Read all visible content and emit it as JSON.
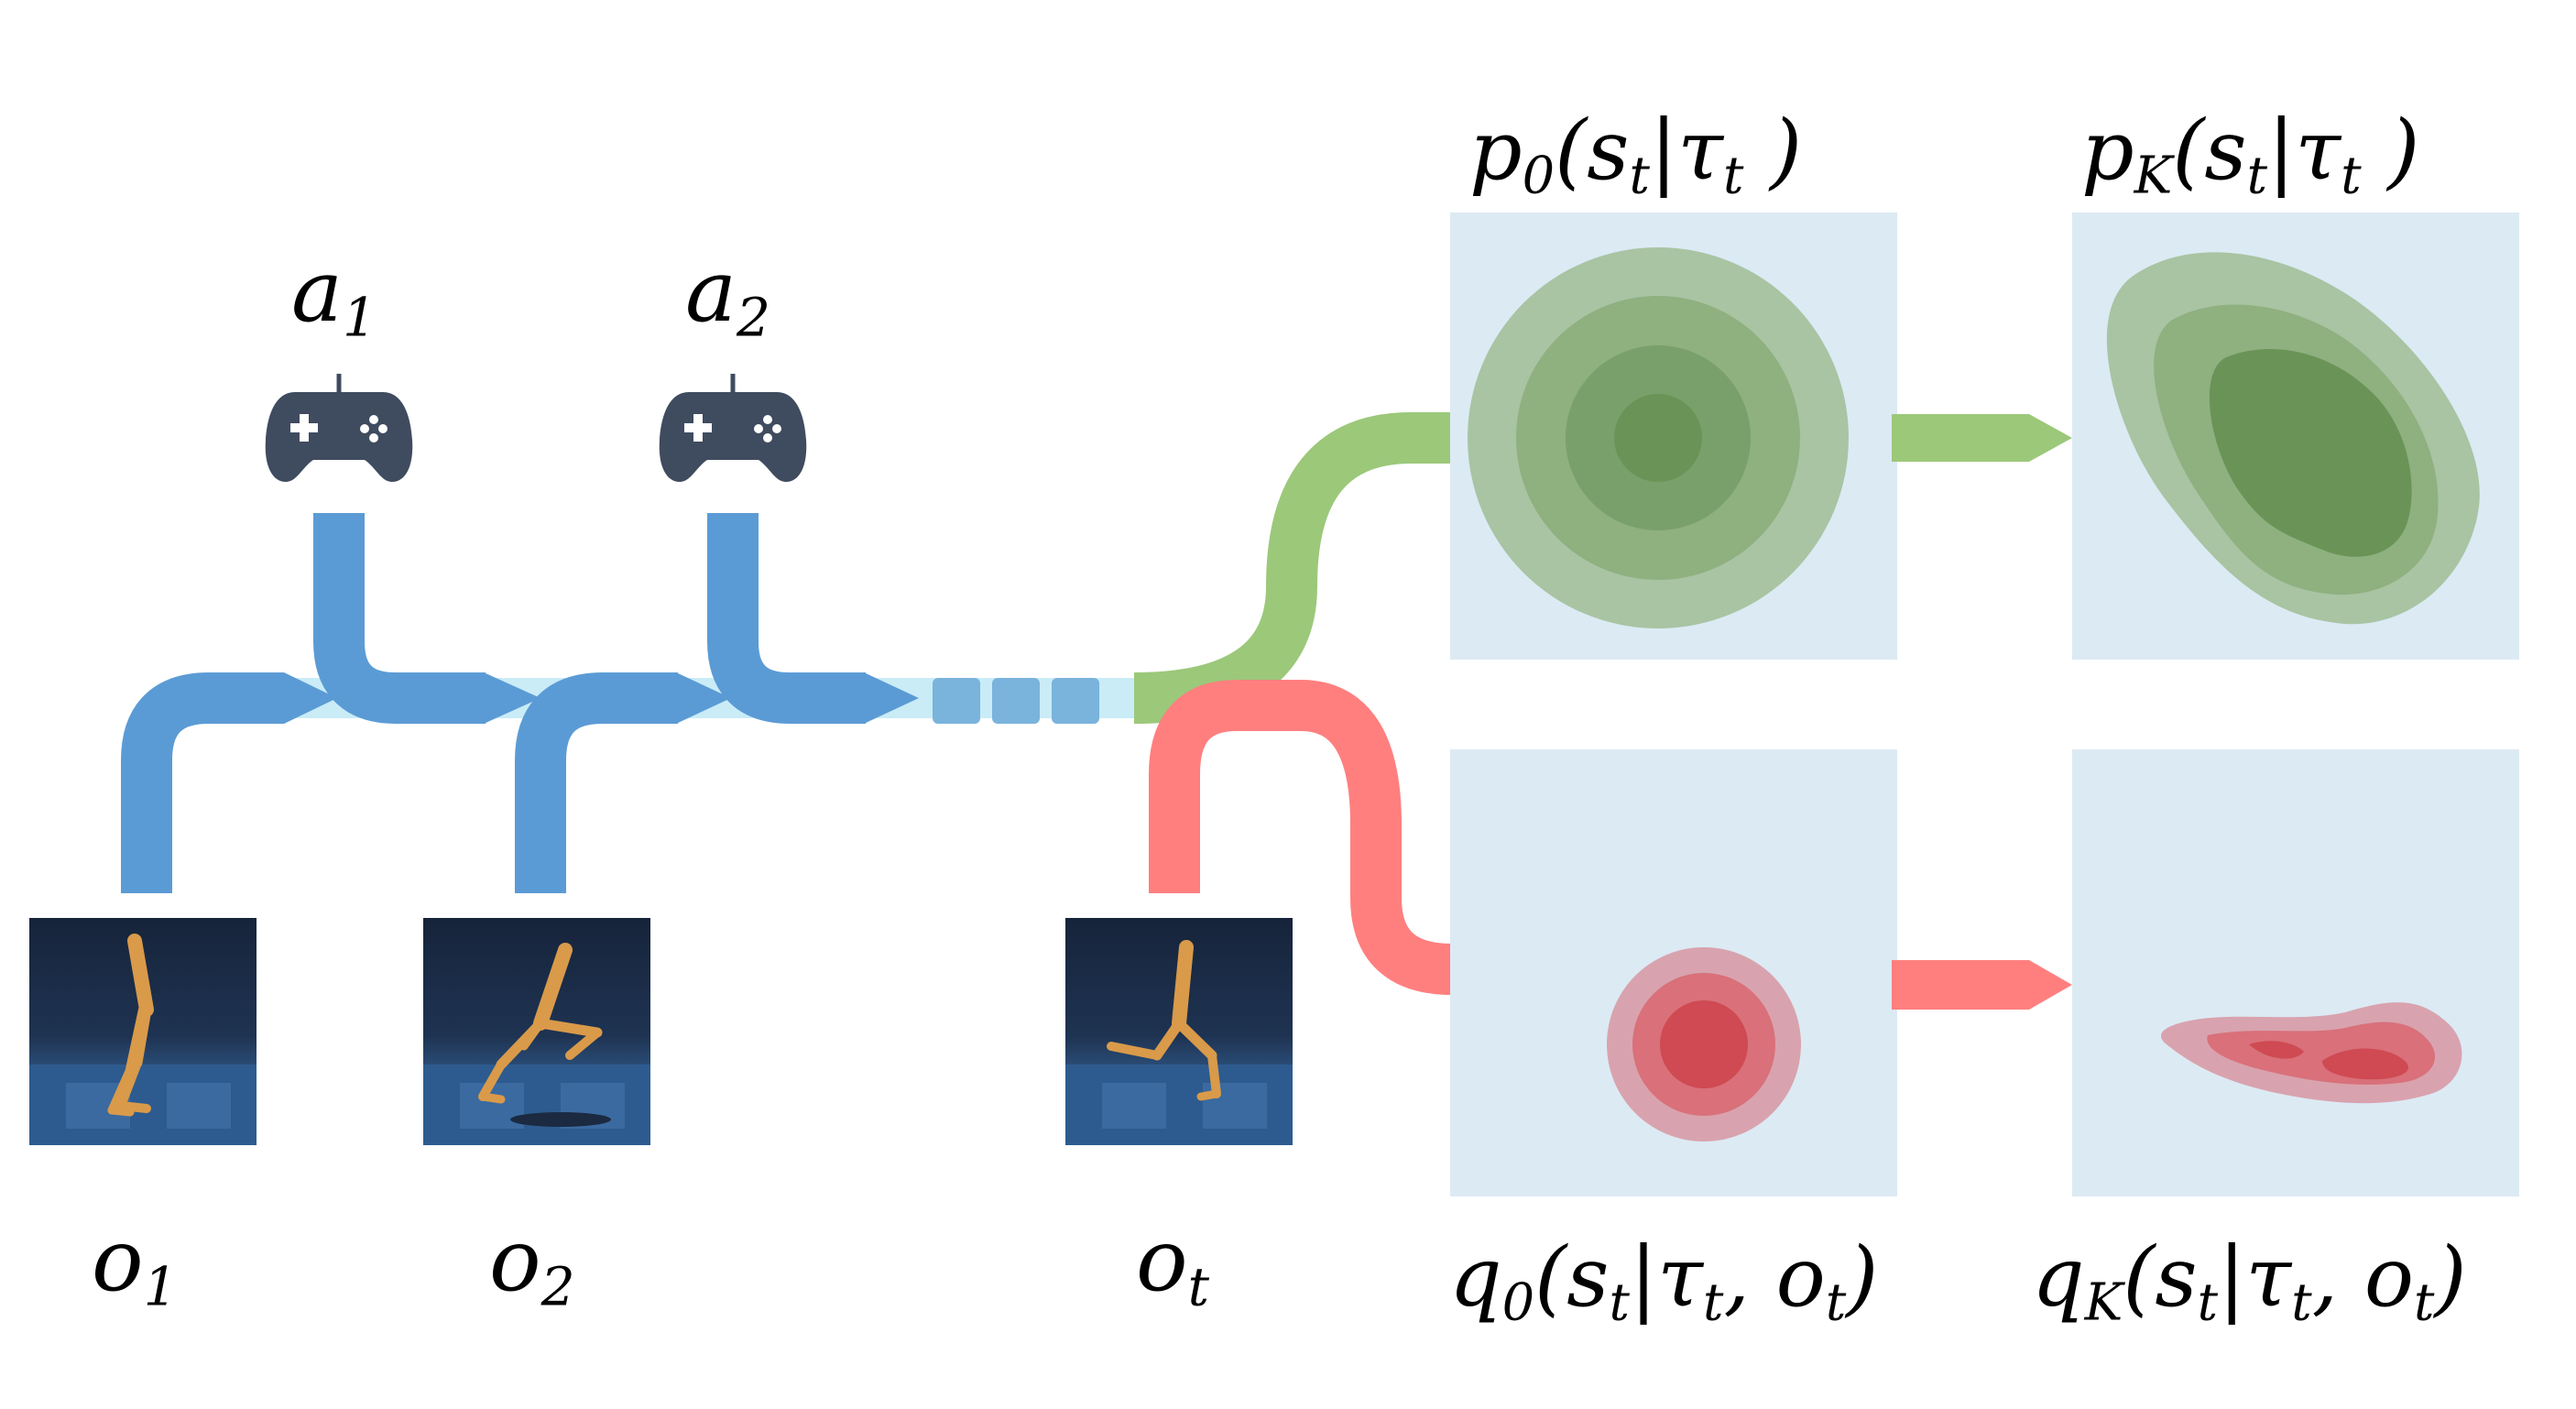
{
  "observations": [
    {
      "base": "o",
      "sub": "1"
    },
    {
      "base": "o",
      "sub": "2"
    },
    {
      "base": "o",
      "sub": "t"
    }
  ],
  "actions": [
    {
      "base": "a",
      "sub": "1",
      "icon": "gamepad-icon"
    },
    {
      "base": "a",
      "sub": "2",
      "icon": "gamepad-icon"
    }
  ],
  "distributions": {
    "prior_initial": {
      "f": "p",
      "fsub": "0",
      "body": "(s",
      "bsub": "t",
      "cond": "|τ",
      "csub": "t",
      "tail": " )"
    },
    "prior_final": {
      "f": "p",
      "fsub": "K",
      "body": "(s",
      "bsub": "t",
      "cond": "|τ",
      "csub": "t",
      "tail": " )"
    },
    "posterior_initial": {
      "f": "q",
      "fsub": "0",
      "body": "(s",
      "bsub": "t",
      "cond": "|τ",
      "csub": "t",
      "extra": ", o",
      "esub": "t",
      "tail": ")"
    },
    "posterior_final": {
      "f": "q",
      "fsub": "K",
      "body": "(s",
      "bsub": "t",
      "cond": "|τ",
      "csub": "t",
      "extra": ", o",
      "esub": "t",
      "tail": ")"
    }
  },
  "colors": {
    "recurrent_path": "#5b9bd5",
    "recurrent_lane": "#c9ecf7",
    "prior_path": "#9cc87a",
    "posterior_path": "#ff7f7f",
    "panel_background": "#dceaf4",
    "prior_contour": "#4f8a3e",
    "posterior_contour": "#c8323c"
  }
}
